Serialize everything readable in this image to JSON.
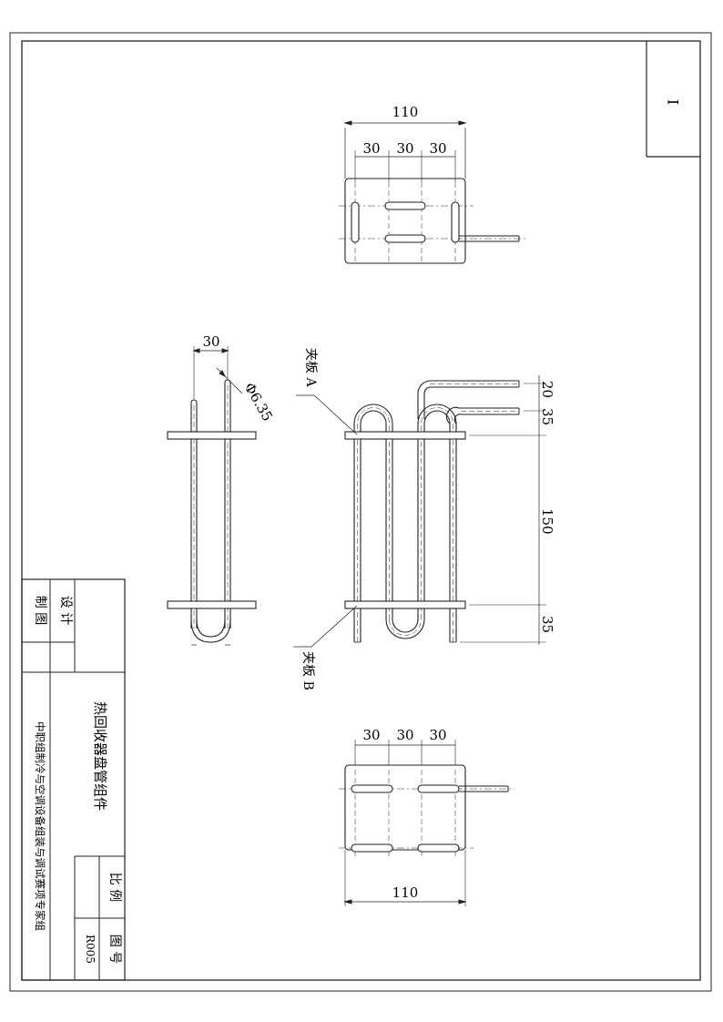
{
  "sheet": {
    "number": "I"
  },
  "top_view": {
    "overall_width": "110",
    "spacing_1": "30",
    "spacing_2": "30",
    "spacing_3": "30"
  },
  "side_view": {
    "pitch": "30",
    "tube_diameter": "Φ6.35"
  },
  "front_view": {
    "clamp_a_label": "夹板 A",
    "clamp_b_label": "夹板 B",
    "dim_tube_offset": "20",
    "dim_top": "35",
    "dim_middle": "150",
    "dim_bottom": "35"
  },
  "bottom_view": {
    "spacing_1": "30",
    "spacing_2": "30",
    "spacing_3": "30",
    "overall_width": "110"
  },
  "title_block": {
    "drawing_title": "热回收器盘管组件",
    "designer_label": "设 计",
    "drafter_label": "制 图",
    "scale_label": "比 例",
    "drawing_no_label": "图 号",
    "drawing_no": "R005",
    "organization": "中职组制冷与空调设备组装与调试赛项专家组"
  }
}
